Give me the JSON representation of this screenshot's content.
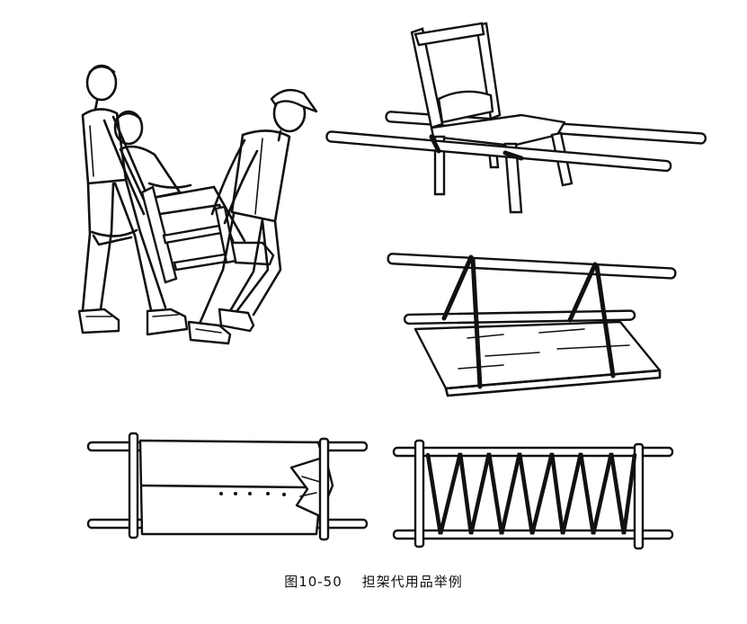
{
  "caption": {
    "figure_number": "图10-50",
    "title": "担架代用品举例"
  },
  "illustrations": [
    {
      "name": "chair-carry",
      "icon": "two-people-carrying-person-on-chair"
    },
    {
      "name": "chair-stretcher",
      "icon": "chair-tied-to-two-poles"
    },
    {
      "name": "board-stretcher",
      "icon": "board-hung-from-poles-with-rope"
    },
    {
      "name": "blanket-stretcher",
      "icon": "cloth-rolled-on-two-poles"
    },
    {
      "name": "rope-stretcher",
      "icon": "rope-zigzag-between-two-poles"
    }
  ]
}
